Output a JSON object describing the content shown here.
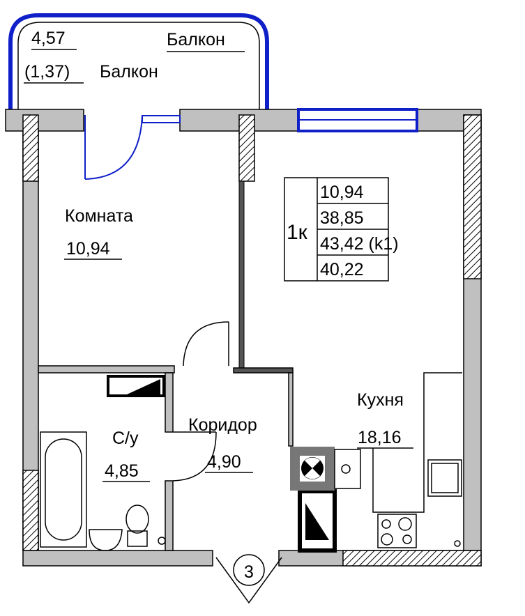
{
  "balcony": {
    "area": "4,57",
    "reduced_area": "(1,37)",
    "label": "Балкон",
    "label_top": "Балкон"
  },
  "rooms": {
    "room": {
      "label": "Комната",
      "area": "10,94"
    },
    "kitchen": {
      "label": "Кухня",
      "area": "18,16"
    },
    "bathroom": {
      "label": "С/у",
      "area": "4,85"
    },
    "corridor": {
      "label": "Коридор",
      "area": "4,90"
    }
  },
  "summary": {
    "type": "1к",
    "living_area": "10,94",
    "total_area": "38,85",
    "total_with_balcony": "43,42 (k1)",
    "reduced_total": "40,22"
  },
  "entrance_marker": "3",
  "colors": {
    "window": "#1020c8",
    "wall": "#c0c0c0",
    "line": "#000000"
  }
}
